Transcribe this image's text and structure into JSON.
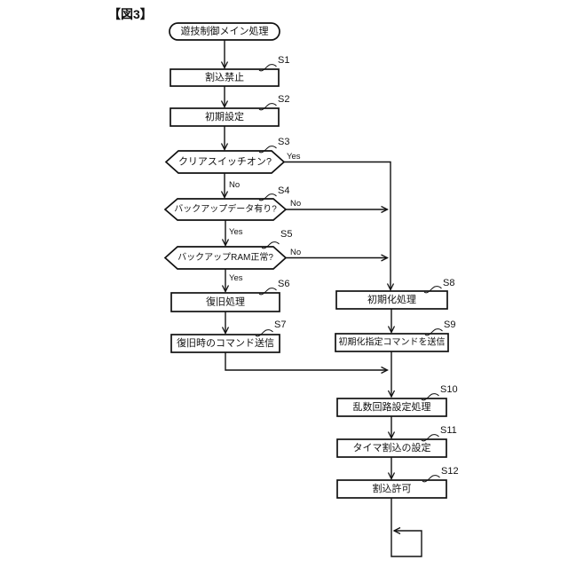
{
  "figure_label": "【図3】",
  "flowchart": {
    "start": {
      "label": "遊技制御メイン処理"
    },
    "steps": {
      "s1": {
        "id": "S1",
        "label": "割込禁止"
      },
      "s2": {
        "id": "S2",
        "label": "初期設定"
      },
      "s3": {
        "id": "S3",
        "label": "クリアスイッチオン?",
        "yes": "Yes",
        "no": "No"
      },
      "s4": {
        "id": "S4",
        "label": "バックアップデータ有り?",
        "yes": "Yes",
        "no": "No"
      },
      "s5": {
        "id": "S5",
        "label": "バックアップRAM正常?",
        "yes": "Yes",
        "no": "No"
      },
      "s6": {
        "id": "S6",
        "label": "復旧処理"
      },
      "s7": {
        "id": "S7",
        "label": "復旧時のコマンド送信"
      },
      "s8": {
        "id": "S8",
        "label": "初期化処理"
      },
      "s9": {
        "id": "S9",
        "label": "初期化指定コマンドを送信"
      },
      "s10": {
        "id": "S10",
        "label": "乱数回路設定処理"
      },
      "s11": {
        "id": "S11",
        "label": "タイマ割込の設定"
      },
      "s12": {
        "id": "S12",
        "label": "割込許可"
      }
    }
  },
  "colors": {
    "ink": "#111111",
    "background": "#ffffff"
  }
}
